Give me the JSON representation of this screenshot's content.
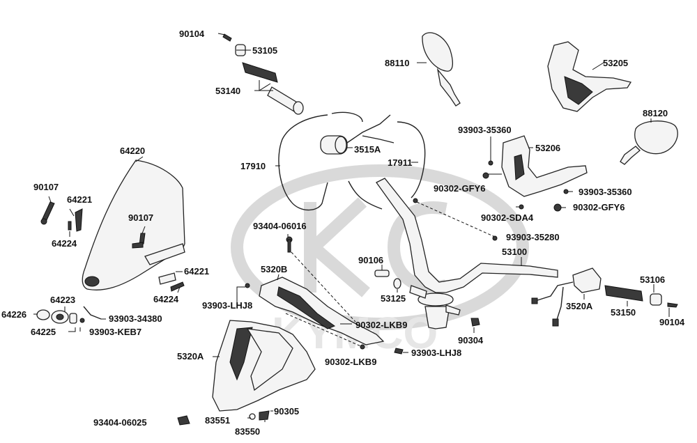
{
  "watermark": {
    "brand": "KYMCO"
  },
  "labels": {
    "l90104a": "90104",
    "l53105": "53105",
    "l53140": "53140",
    "l88110": "88110",
    "l53205": "53205",
    "l88120": "88120",
    "l17910": "17910",
    "l3515a": "3515A",
    "l17911": "17911",
    "l93903_35360a": "93903-35360",
    "l53206": "53206",
    "l90302_gfy6a": "90302-GFY6",
    "l93903_35360b": "93903-35360",
    "l90302_sda4": "90302-SDA4",
    "l90302_gfy6b": "90302-GFY6",
    "l64220": "64220",
    "l90107a": "90107",
    "l64221a": "64221",
    "l64224a": "64224",
    "l90107b": "90107",
    "l93404_06016": "93404-06016",
    "l93903_35280": "93903-35280",
    "l53100": "53100",
    "l64221b": "64221",
    "l64224b": "64224",
    "l5320b": "5320B",
    "l90106": "90106",
    "l93903_lhj8a": "93903-LHJ8",
    "l53125": "53125",
    "l53106": "53106",
    "l64223": "64223",
    "l64226": "64226",
    "l93903_34380": "93903-34380",
    "l64225": "64225",
    "l93903_keb7": "93903-KEB7",
    "l90302_lkb9a": "90302-LKB9",
    "l3520a": "3520A",
    "l53150": "53150",
    "l90104b": "90104",
    "l90304": "90304",
    "l5320a": "5320A",
    "l93903_lhj8b": "93903-LHJ8",
    "l90302_lkb9b": "90302-LKB9",
    "l90305": "90305",
    "l93404_06025": "93404-06025",
    "l83551": "83551",
    "l83550": "83550"
  }
}
